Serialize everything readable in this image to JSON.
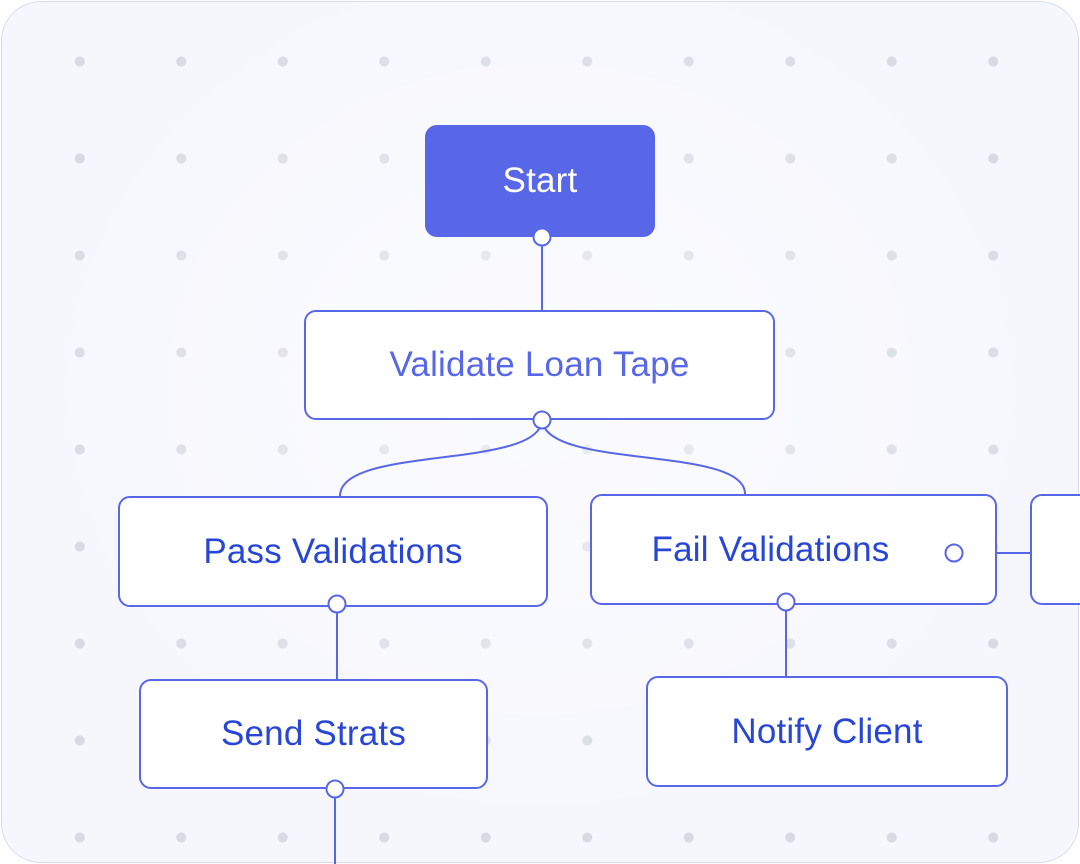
{
  "diagram": {
    "nodes": {
      "start": "Start",
      "validate": "Validate Loan Tape",
      "pass": "Pass Validations",
      "fail": "Fail Validations",
      "send": "Send Strats",
      "notify": "Notify Client"
    }
  },
  "colors": {
    "accent": "#5867e8",
    "text_dark": "#2846d6",
    "background": "#f6f7fd",
    "dots": "#d8dae3"
  }
}
